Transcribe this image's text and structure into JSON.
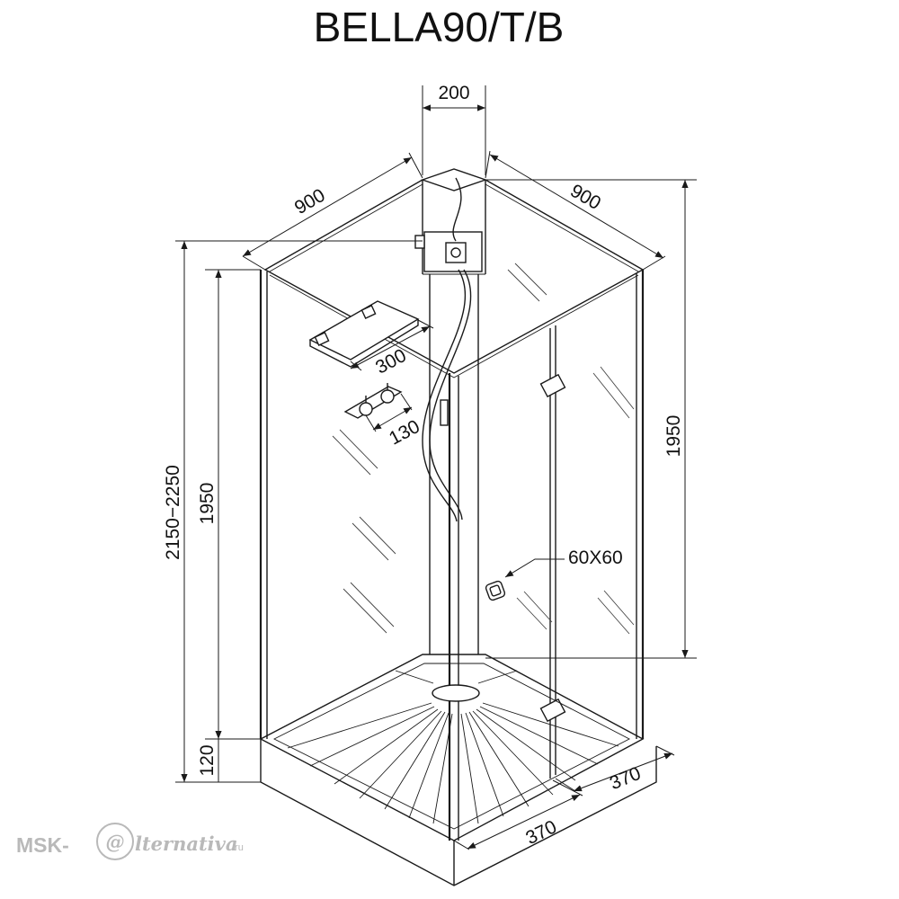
{
  "title": "BELLA90/T/B",
  "dimensions": {
    "column_width": "200",
    "left_depth": "900",
    "right_depth": "900",
    "total_height": "2150−2250",
    "left_glass_height": "1950",
    "right_glass_height": "1950",
    "tray_height": "120",
    "shelf_width": "300",
    "mixer_spacing": "130",
    "handle_size": "60X60",
    "bottom_right_segment": "370",
    "bottom_front_segment": "370"
  },
  "watermark": {
    "prefix": "MSK-",
    "at_sign": "@",
    "suffix": "lternativa",
    "tld": ".ru"
  }
}
